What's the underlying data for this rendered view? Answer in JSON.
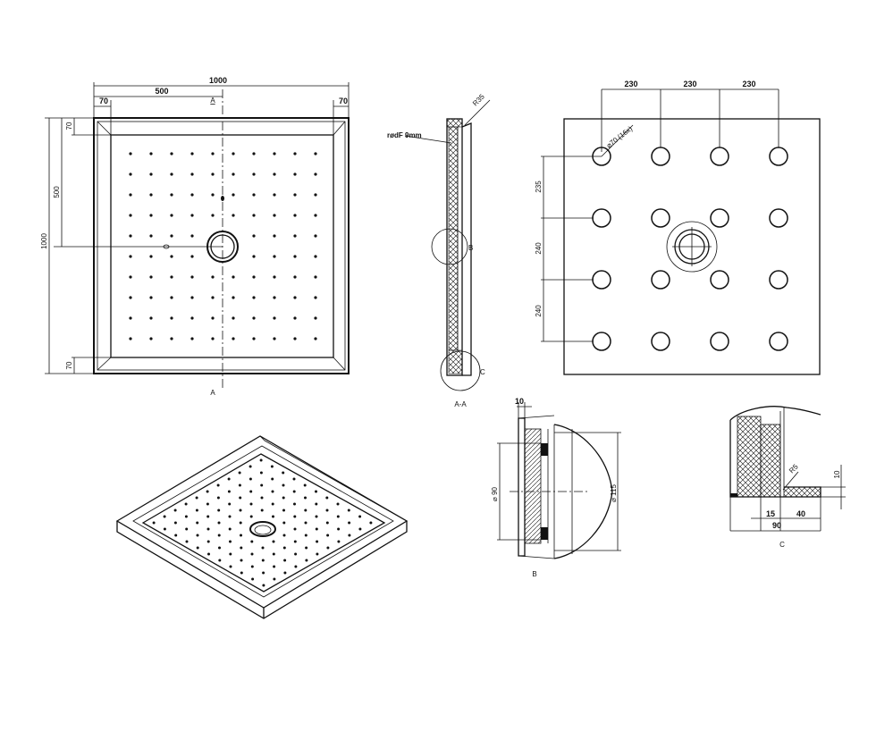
{
  "top_view": {
    "dim_overall_width": "1000",
    "dim_half_width": "500",
    "dim_rim_left": "70",
    "dim_rim_right": "70",
    "dim_overall_height": "1000",
    "dim_half_height": "500",
    "dim_rim_top": "70",
    "dim_rim_bottom": "70",
    "section_marker_top": "A",
    "section_marker_bottom": "A"
  },
  "section_view": {
    "label_material": "rødF 9mm",
    "label_radius": "R35",
    "detail_b_marker": "B",
    "detail_c_marker": "C",
    "caption": "A-A"
  },
  "bottom_view": {
    "dim_x_spacing": [
      "230",
      "230",
      "230"
    ],
    "dim_y_spacing": [
      "235",
      "240",
      "240"
    ],
    "hole_label": "⌀70 (16x)"
  },
  "detail_b": {
    "dim_top": "10",
    "dim_inner_diameter": "⌀ 90",
    "dim_outer_diameter": "⌀ 115",
    "caption": "B"
  },
  "detail_c": {
    "dim_left": "15",
    "dim_right": "40",
    "dim_total": "90",
    "dim_height": "10",
    "label_radius": "R5",
    "caption": "C"
  }
}
